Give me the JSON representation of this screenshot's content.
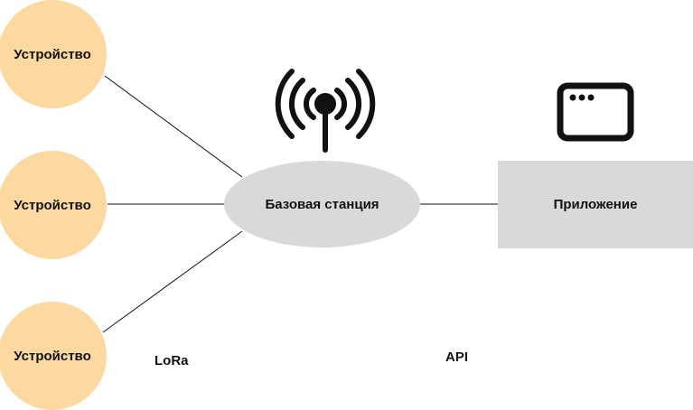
{
  "devices": [
    {
      "label": "Устройство"
    },
    {
      "label": "Устройство"
    },
    {
      "label": "Устройство"
    }
  ],
  "base_station": {
    "label": "Базовая станция",
    "icon": "antenna-signal-icon"
  },
  "application": {
    "label": "Приложение",
    "icon": "app-window-icon"
  },
  "links": {
    "device_link_label": "LoRa",
    "app_link_label": "API"
  },
  "colors": {
    "device_fill": "#fdd9a2",
    "node_fill": "#d9d9d9",
    "line": "#111111"
  }
}
